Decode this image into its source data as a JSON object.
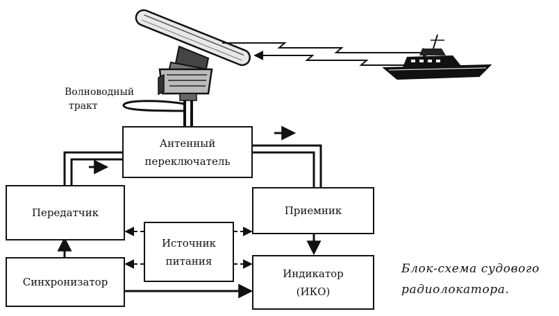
{
  "figure": {
    "waveguide_label": [
      "Волноводный",
      "тракт"
    ],
    "caption": [
      "Блок-схема судового",
      "радиолокатора."
    ]
  },
  "blocks": {
    "antenna_switch": [
      "Антенный",
      "переключатель"
    ],
    "transmitter": [
      "Передатчик"
    ],
    "receiver": [
      "Приемник"
    ],
    "power_supply": [
      "Источник",
      "питания"
    ],
    "synchronizer": [
      "Синхронизатор"
    ],
    "indicator": [
      "Индикатор",
      "(ИКО)"
    ]
  },
  "colors": {
    "ink": "#111111",
    "antenna_fill": "#e8e8e8",
    "ship_fill": "#111111"
  },
  "icons": [
    "radar-antenna-icon",
    "ship-icon",
    "signal-beam-icon"
  ]
}
